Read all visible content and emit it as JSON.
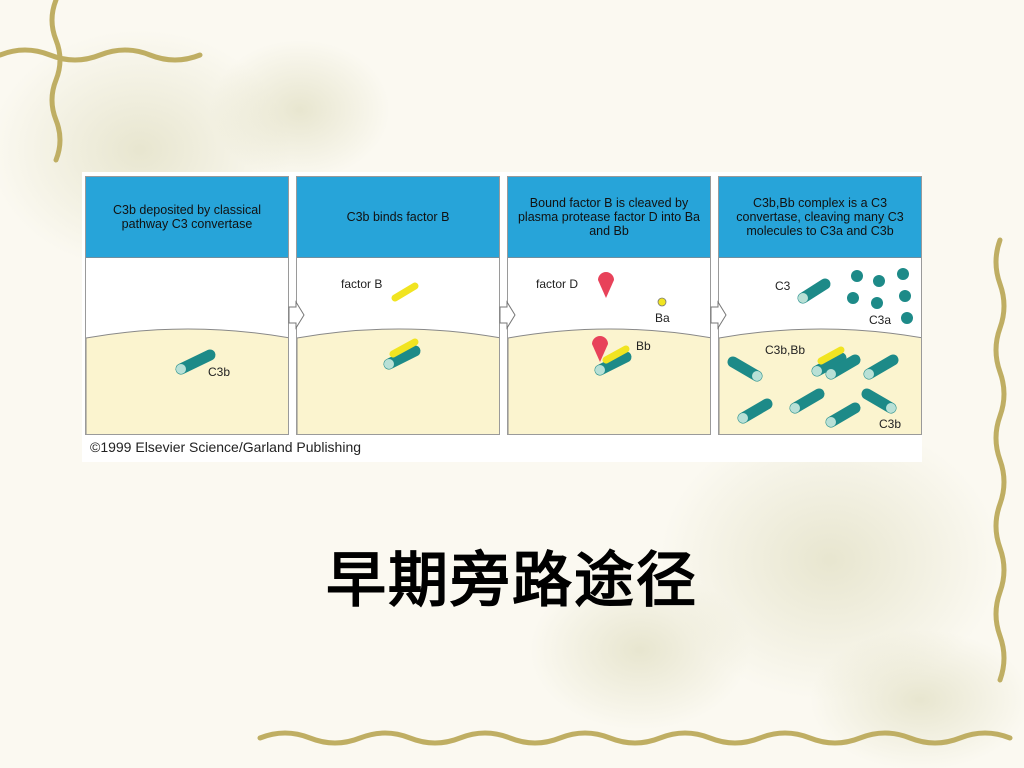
{
  "slide": {
    "title": "早期旁路途径"
  },
  "figure": {
    "panels": [
      {
        "header": "C3b deposited by classical pathway C3 convertase",
        "labels": {
          "c3b": "C3b"
        }
      },
      {
        "header": "C3b binds factor B",
        "labels": {
          "factor_b": "factor B"
        }
      },
      {
        "header": "Bound factor B is cleaved by plasma protease factor D into Ba and Bb",
        "labels": {
          "factor_d": "factor D",
          "ba": "Ba",
          "bb": "Bb"
        }
      },
      {
        "header": "C3b,Bb complex is a C3 convertase, cleaving many C3 molecules to C3a and C3b",
        "labels": {
          "c3": "C3",
          "c3a": "C3a",
          "c3bbb": "C3b,Bb",
          "c3b": "C3b"
        }
      }
    ],
    "copyright": "©1999 Elsevier Science/Garland Publishing",
    "colors": {
      "header_blue": "#27a4d9",
      "membrane": "#fbf4cf",
      "c3b_teal": "#1d8a88",
      "factor_b_yellow": "#f1e421",
      "factor_d_red": "#e8425a"
    }
  }
}
